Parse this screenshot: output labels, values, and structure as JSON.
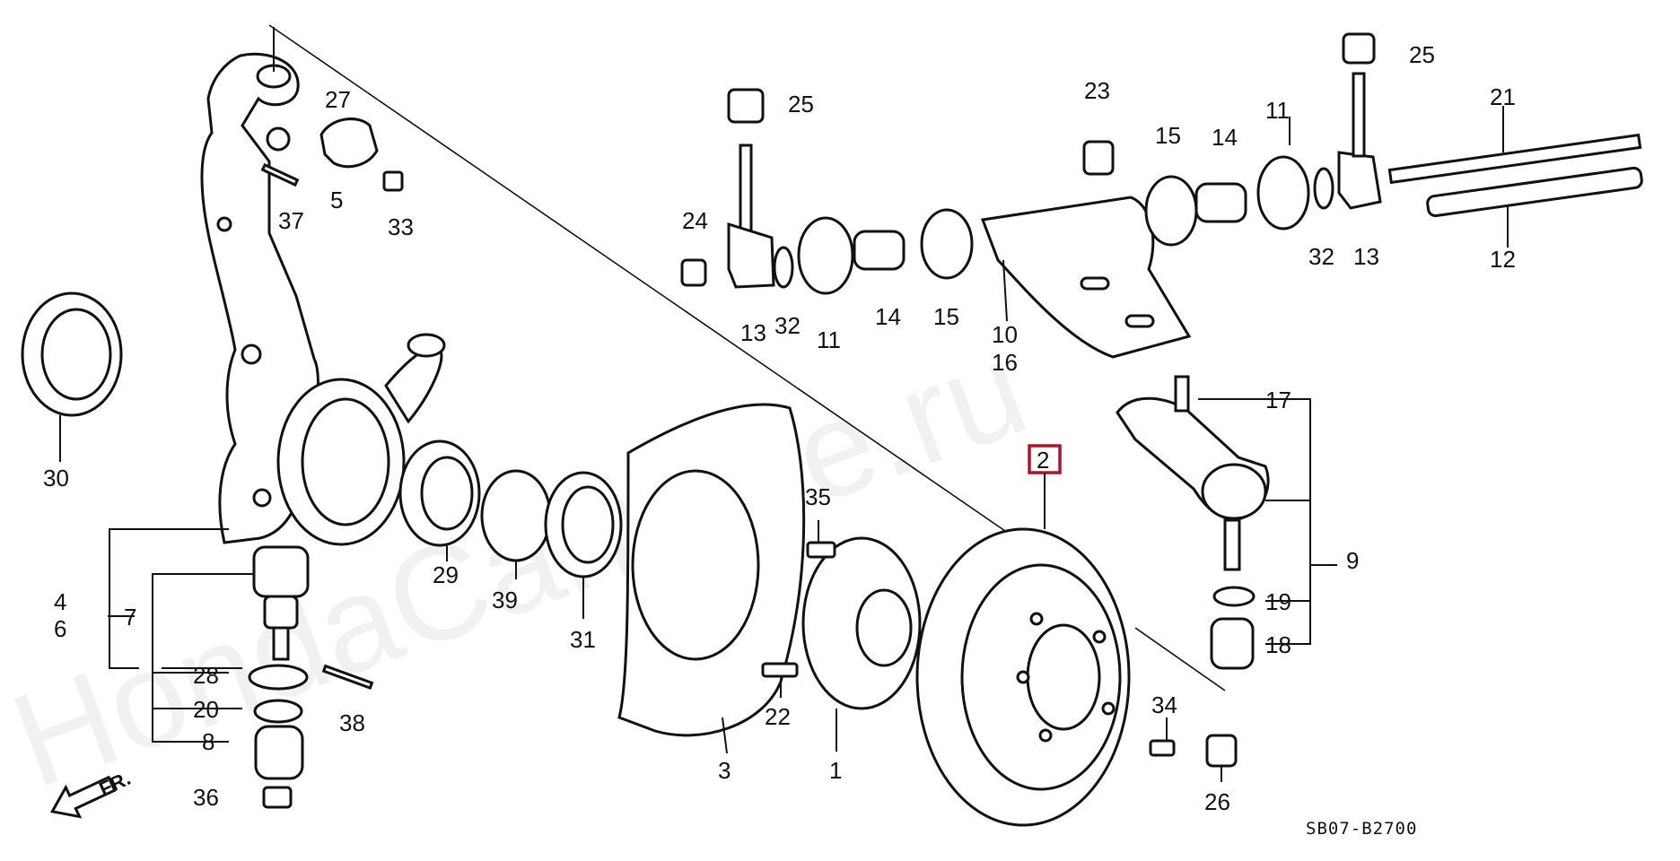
{
  "diagram": {
    "watermark": "HondaCarMine.ru",
    "code": "SB07-B2700",
    "front_arrow": "FR.",
    "highlighted_part": "2",
    "labels": {
      "p1": "1",
      "p2": "2",
      "p3": "3",
      "p4": "4",
      "p5": "5",
      "p6": "6",
      "p7": "7",
      "p8": "8",
      "p9": "9",
      "p10": "10",
      "p11a": "11",
      "p11b": "11",
      "p12": "12",
      "p13a": "13",
      "p13b": "13",
      "p14a": "14",
      "p14b": "14",
      "p15a": "15",
      "p15b": "15",
      "p16": "16",
      "p17": "17",
      "p18": "18",
      "p19": "19",
      "p20": "20",
      "p21": "21",
      "p22": "22",
      "p23": "23",
      "p24": "24",
      "p25a": "25",
      "p25b": "25",
      "p26": "26",
      "p27": "27",
      "p28": "28",
      "p29": "29",
      "p30": "30",
      "p31": "31",
      "p32a": "32",
      "p32b": "32",
      "p33": "33",
      "p34": "34",
      "p35": "35",
      "p36": "36",
      "p37": "37",
      "p38": "38",
      "p39": "39"
    }
  }
}
